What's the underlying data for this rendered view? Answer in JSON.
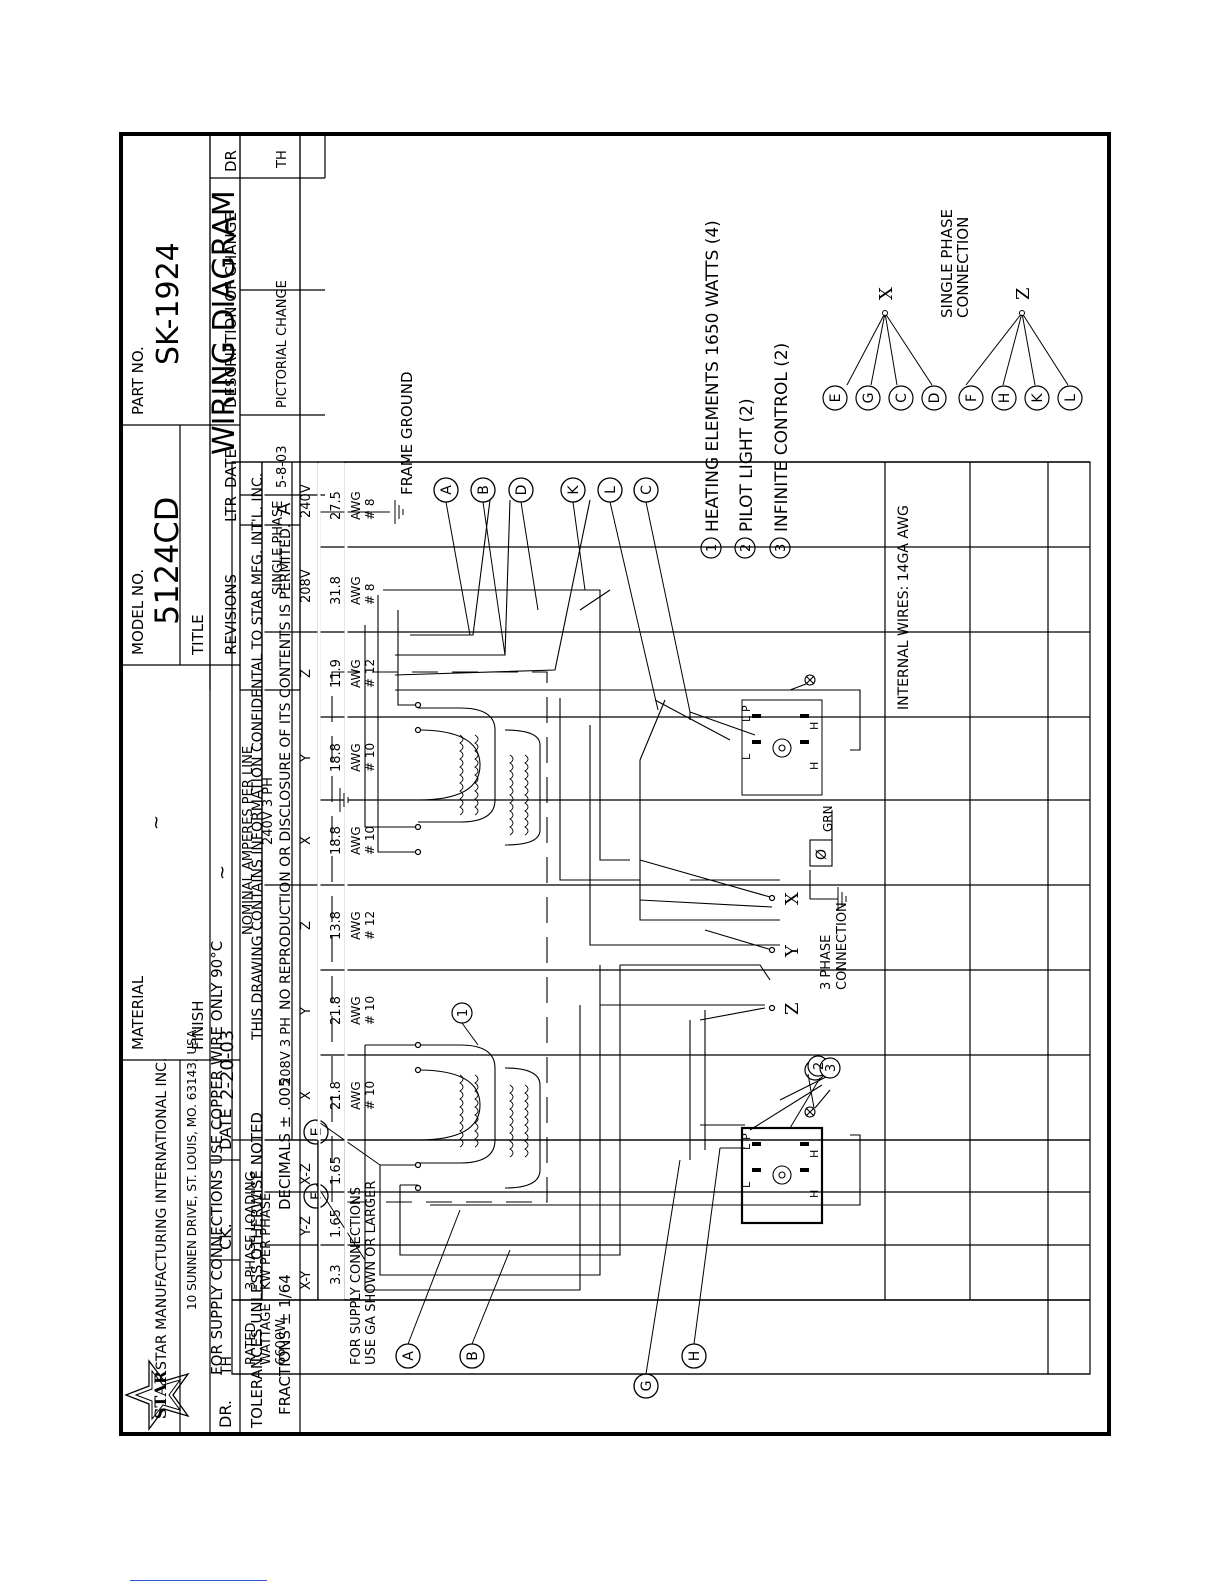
{
  "title_block": {
    "company": "STAR MANUFACTURING INTERNATIONAL INC.",
    "address": "10 SUNNEN DRIVE, ST. LOUIS, MO. 63143, USA",
    "drawn_by_label": "DR.",
    "drawn_by": "TH",
    "checked_label": "CK.",
    "date_label": "DATE",
    "date": "2-20-03",
    "tolerances": "TOLERANCES UNLESS OTHERWISE NOTED",
    "fractions": "FRACTIONS ± 1/64",
    "decimals": "DECIMALS ± .005",
    "material_label": "MATERIAL",
    "material": "~",
    "finish_label": "FINISH",
    "finish": "~",
    "confidential_1": "THIS DRAWING CONTAINS INFORMATION CONFIDENTAL TO STAR MFG. INT'L. INC.",
    "confidential_2": "NO REPRODUCTION OR DISCLOSURE OF ITS CONTENTS IS PERMITED.",
    "model_label": "MODEL NO.",
    "model": "5124CD",
    "part_label": "PART NO.",
    "part": "SK-1924",
    "title_label": "TITLE",
    "title": "WIRING DIAGRAM"
  },
  "revisions": {
    "header": "REVISIONS",
    "col_ltr": "LTR",
    "col_date": "DATE",
    "col_desc": "DESCRIPTION OF CHANGE",
    "col_dr": "DR",
    "rows": [
      {
        "ltr": "A",
        "date": "5-8-03",
        "desc": "PICTORIAL CHANGE",
        "dr": "TH"
      }
    ]
  },
  "diagram": {
    "frame_ground": "FRAME GROUND",
    "three_phase_1": "3 PHASE",
    "three_phase_2": "CONNECTION",
    "grn": "GRN",
    "phi": "Ø",
    "terminal_x": "X",
    "terminal_y": "Y",
    "terminal_z": "Z",
    "wire_labels": [
      "A",
      "B",
      "D",
      "K",
      "L",
      "C",
      "F",
      "E",
      "A",
      "B",
      "G",
      "H"
    ],
    "callouts": [
      "1",
      "2",
      "3"
    ],
    "switch_terminals": {
      "l1": "L",
      "sub1": "1",
      "l2": "L",
      "sub2": "2",
      "p": "P",
      "h1": "H",
      "h1sub": "1",
      "h2": "H",
      "h2sub": "2"
    }
  },
  "legend": [
    {
      "num": "1",
      "text": "HEATING ELEMENTS 1650 WATTS (4)"
    },
    {
      "num": "2",
      "text": "PILOT LIGHT (2)"
    },
    {
      "num": "3",
      "text": "INFINITE CONTROL (2)"
    }
  ],
  "single_phase": {
    "title_1": "SINGLE PHASE",
    "title_2": "CONNECTION",
    "x_group": {
      "terminal": "X",
      "letters": [
        "E",
        "G",
        "C",
        "D"
      ]
    },
    "z_group": {
      "terminal": "Z",
      "letters": [
        "F",
        "H",
        "K",
        "L"
      ]
    }
  },
  "notes": {
    "copper": "FOR SUPPLY CONNECTIONS USE COPPER WIRE ONLY 90°C",
    "internal": "INTERNAL WIRES: 14GA AWG"
  },
  "amp_table": {
    "rated_1": "RATED",
    "rated_2": "WATTAGE",
    "rated_value": "6600W",
    "loading_1": "3 PHASE LOADING",
    "loading_2": "KW PER PHASE",
    "loading_cols": [
      "X-Y",
      "Y-Z",
      "X-Z"
    ],
    "loading_vals": [
      "3.3",
      "1.65",
      "1.65"
    ],
    "nominal": "NOMINAL AMPERES PER LINE",
    "groups": [
      "208V 3 PH",
      "240V 3 PH",
      "SINGLE PHASE"
    ],
    "cols": [
      "X",
      "Y",
      "Z",
      "X",
      "Y",
      "Z",
      "208V",
      "240V"
    ],
    "amps": [
      "21.8",
      "21.8",
      "13.8",
      "18.8",
      "18.8",
      "11.9",
      "31.8",
      "27.5"
    ],
    "awg_label": "AWG",
    "gauges": [
      "# 10",
      "# 10",
      "# 12",
      "# 10",
      "# 10",
      "# 12",
      "# 8",
      "# 8"
    ],
    "footer_1": "FOR SUPPLY CONNECTIONS",
    "footer_2": "USE GA SHOWN OR LARGER"
  }
}
